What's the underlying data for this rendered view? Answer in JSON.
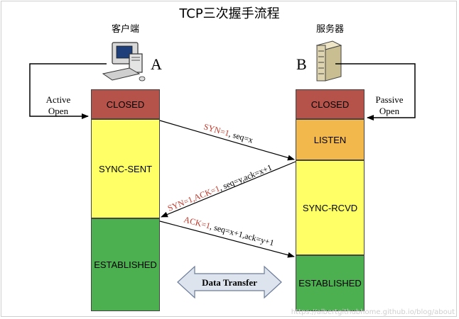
{
  "title": "TCP三次握手流程",
  "client": {
    "role": "客户端",
    "letter": "A",
    "side_label": [
      "Active",
      "Open"
    ]
  },
  "server": {
    "role": "服务器",
    "letter": "B",
    "side_label": [
      "Passive",
      "Open"
    ]
  },
  "client_states": [
    "CLOSED",
    "SYNC-SENT",
    "ESTABLISHED"
  ],
  "server_states": [
    "CLOSED",
    "LISTEN",
    "SYNC-RCVD",
    "ESTABLISHED"
  ],
  "messages": [
    {
      "red": "SYN=1",
      "black": ", seq=x"
    },
    {
      "red": "SYN=1,ACK=1",
      "black": ", seq=y,ack=x+1"
    },
    {
      "red": "ACK=1",
      "black": ", seq=x+1,ack=y+1"
    }
  ],
  "data_transfer": "Data Transfer",
  "watermark": "https://albertgithubhome.github.io/blog/about",
  "colors": {
    "closed": "#b5524a",
    "yellow": "#ffff66",
    "listen": "#f2b84b",
    "established": "#4caf50",
    "red_text": "#c0392b"
  }
}
